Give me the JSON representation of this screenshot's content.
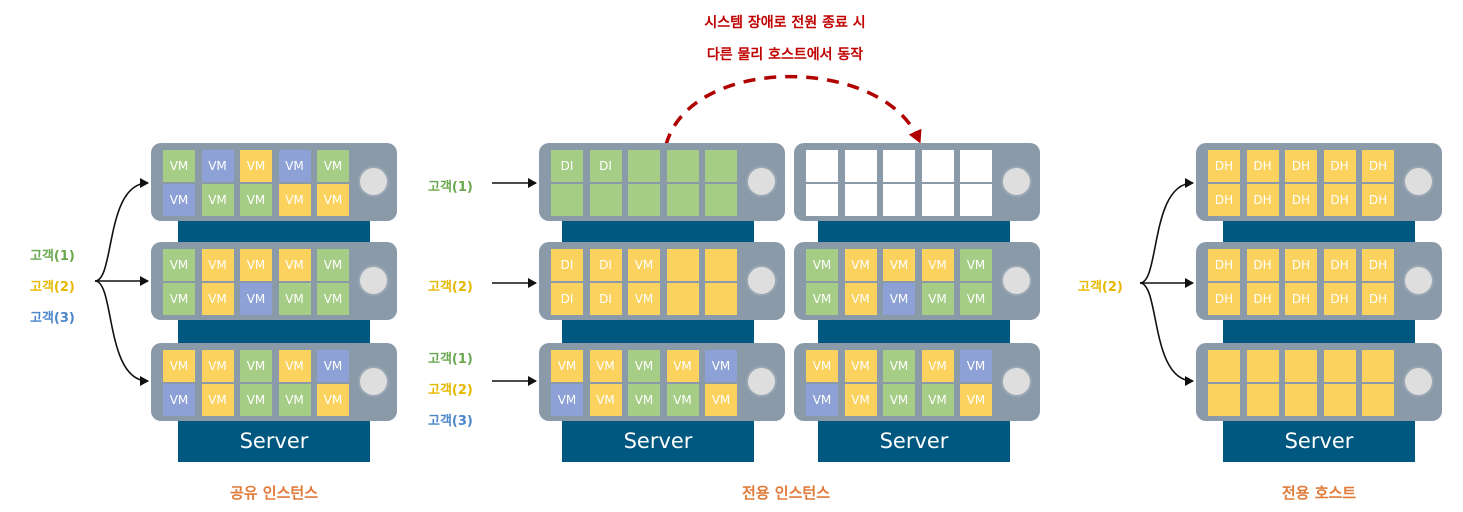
{
  "colors": {
    "green": "#a6cd85",
    "blue": "#8da1d6",
    "yellow": "#fbd25e",
    "rack": "#8a9aa9",
    "server_base": "#005780",
    "customer1_text": "#6aa84f",
    "customer2_text": "#e6b800",
    "customer3_text": "#4a86c8",
    "section_title": "#e07b39",
    "failover_note": "#c00000"
  },
  "server_label": "Server",
  "sections": {
    "shared": {
      "title": "공유 인스턴스",
      "customers": [
        "고객(1)",
        "고객(2)",
        "고객(3)"
      ],
      "racks": [
        {
          "rows": [
            [
              {
                "c": "green",
                "t": "VM"
              },
              {
                "c": "blue",
                "t": "VM"
              },
              {
                "c": "yellow",
                "t": "VM"
              },
              {
                "c": "blue",
                "t": "VM"
              },
              {
                "c": "green",
                "t": "VM"
              }
            ],
            [
              {
                "c": "blue",
                "t": "VM"
              },
              {
                "c": "green",
                "t": "VM"
              },
              {
                "c": "green",
                "t": "VM"
              },
              {
                "c": "yellow",
                "t": "VM"
              },
              {
                "c": "yellow",
                "t": "VM"
              }
            ]
          ]
        },
        {
          "rows": [
            [
              {
                "c": "green",
                "t": "VM"
              },
              {
                "c": "yellow",
                "t": "VM"
              },
              {
                "c": "yellow",
                "t": "VM"
              },
              {
                "c": "yellow",
                "t": "VM"
              },
              {
                "c": "green",
                "t": "VM"
              }
            ],
            [
              {
                "c": "green",
                "t": "VM"
              },
              {
                "c": "yellow",
                "t": "VM"
              },
              {
                "c": "blue",
                "t": "VM"
              },
              {
                "c": "green",
                "t": "VM"
              },
              {
                "c": "green",
                "t": "VM"
              }
            ]
          ]
        },
        {
          "rows": [
            [
              {
                "c": "yellow",
                "t": "VM"
              },
              {
                "c": "yellow",
                "t": "VM"
              },
              {
                "c": "green",
                "t": "VM"
              },
              {
                "c": "yellow",
                "t": "VM"
              },
              {
                "c": "blue",
                "t": "VM"
              }
            ],
            [
              {
                "c": "blue",
                "t": "VM"
              },
              {
                "c": "yellow",
                "t": "VM"
              },
              {
                "c": "green",
                "t": "VM"
              },
              {
                "c": "green",
                "t": "VM"
              },
              {
                "c": "yellow",
                "t": "VM"
              }
            ]
          ]
        }
      ]
    },
    "dedicated_instance": {
      "title": "전용 인스턴스",
      "note_line1": "시스템 장애로 전원 종료 시",
      "note_line2": "다른 물리 호스트에서 동작",
      "customers_top": "고객(1)",
      "customers_mid": "고객(2)",
      "customers_bottom": [
        "고객(1)",
        "고객(2)",
        "고객(3)"
      ],
      "racks_left": [
        {
          "rows": [
            [
              {
                "c": "green",
                "t": "DI"
              },
              {
                "c": "green",
                "t": "DI"
              },
              {
                "c": "green",
                "t": ""
              },
              {
                "c": "green",
                "t": ""
              },
              {
                "c": "green",
                "t": ""
              }
            ],
            [
              {
                "c": "green",
                "t": ""
              },
              {
                "c": "green",
                "t": ""
              },
              {
                "c": "green",
                "t": ""
              },
              {
                "c": "green",
                "t": ""
              },
              {
                "c": "green",
                "t": ""
              }
            ]
          ]
        },
        {
          "rows": [
            [
              {
                "c": "yellow",
                "t": "DI"
              },
              {
                "c": "yellow",
                "t": "DI"
              },
              {
                "c": "yellow",
                "t": "VM"
              },
              {
                "c": "yellow",
                "t": ""
              },
              {
                "c": "yellow",
                "t": ""
              }
            ],
            [
              {
                "c": "yellow",
                "t": "DI"
              },
              {
                "c": "yellow",
                "t": "DI"
              },
              {
                "c": "yellow",
                "t": "VM"
              },
              {
                "c": "yellow",
                "t": ""
              },
              {
                "c": "yellow",
                "t": ""
              }
            ]
          ]
        },
        {
          "rows": [
            [
              {
                "c": "yellow",
                "t": "VM"
              },
              {
                "c": "yellow",
                "t": "VM"
              },
              {
                "c": "green",
                "t": "VM"
              },
              {
                "c": "yellow",
                "t": "VM"
              },
              {
                "c": "blue",
                "t": "VM"
              }
            ],
            [
              {
                "c": "blue",
                "t": "VM"
              },
              {
                "c": "yellow",
                "t": "VM"
              },
              {
                "c": "green",
                "t": "VM"
              },
              {
                "c": "green",
                "t": "VM"
              },
              {
                "c": "yellow",
                "t": "VM"
              }
            ]
          ]
        }
      ],
      "racks_right": [
        {
          "rows": [
            [
              {
                "c": "white",
                "t": ""
              },
              {
                "c": "white",
                "t": ""
              },
              {
                "c": "white",
                "t": ""
              },
              {
                "c": "white",
                "t": ""
              },
              {
                "c": "white",
                "t": ""
              }
            ],
            [
              {
                "c": "white",
                "t": ""
              },
              {
                "c": "white",
                "t": ""
              },
              {
                "c": "white",
                "t": ""
              },
              {
                "c": "white",
                "t": ""
              },
              {
                "c": "white",
                "t": ""
              }
            ]
          ]
        },
        {
          "rows": [
            [
              {
                "c": "green",
                "t": "VM"
              },
              {
                "c": "yellow",
                "t": "VM"
              },
              {
                "c": "yellow",
                "t": "VM"
              },
              {
                "c": "yellow",
                "t": "VM"
              },
              {
                "c": "green",
                "t": "VM"
              }
            ],
            [
              {
                "c": "green",
                "t": "VM"
              },
              {
                "c": "yellow",
                "t": "VM"
              },
              {
                "c": "blue",
                "t": "VM"
              },
              {
                "c": "green",
                "t": "VM"
              },
              {
                "c": "green",
                "t": "VM"
              }
            ]
          ]
        },
        {
          "rows": [
            [
              {
                "c": "yellow",
                "t": "VM"
              },
              {
                "c": "yellow",
                "t": "VM"
              },
              {
                "c": "green",
                "t": "VM"
              },
              {
                "c": "yellow",
                "t": "VM"
              },
              {
                "c": "blue",
                "t": "VM"
              }
            ],
            [
              {
                "c": "blue",
                "t": "VM"
              },
              {
                "c": "yellow",
                "t": "VM"
              },
              {
                "c": "green",
                "t": "VM"
              },
              {
                "c": "green",
                "t": "VM"
              },
              {
                "c": "yellow",
                "t": "VM"
              }
            ]
          ]
        }
      ]
    },
    "dedicated_host": {
      "title": "전용 호스트",
      "customer": "고객(2)",
      "racks": [
        {
          "rows": [
            [
              {
                "c": "yellow",
                "t": "DH"
              },
              {
                "c": "yellow",
                "t": "DH"
              },
              {
                "c": "yellow",
                "t": "DH"
              },
              {
                "c": "yellow",
                "t": "DH"
              },
              {
                "c": "yellow",
                "t": "DH"
              }
            ],
            [
              {
                "c": "yellow",
                "t": "DH"
              },
              {
                "c": "yellow",
                "t": "DH"
              },
              {
                "c": "yellow",
                "t": "DH"
              },
              {
                "c": "yellow",
                "t": "DH"
              },
              {
                "c": "yellow",
                "t": "DH"
              }
            ]
          ]
        },
        {
          "rows": [
            [
              {
                "c": "yellow",
                "t": "DH"
              },
              {
                "c": "yellow",
                "t": "DH"
              },
              {
                "c": "yellow",
                "t": "DH"
              },
              {
                "c": "yellow",
                "t": "DH"
              },
              {
                "c": "yellow",
                "t": "DH"
              }
            ],
            [
              {
                "c": "yellow",
                "t": "DH"
              },
              {
                "c": "yellow",
                "t": "DH"
              },
              {
                "c": "yellow",
                "t": "DH"
              },
              {
                "c": "yellow",
                "t": "DH"
              },
              {
                "c": "yellow",
                "t": "DH"
              }
            ]
          ]
        },
        {
          "rows": [
            [
              {
                "c": "yellow",
                "t": ""
              },
              {
                "c": "yellow",
                "t": ""
              },
              {
                "c": "yellow",
                "t": ""
              },
              {
                "c": "yellow",
                "t": ""
              },
              {
                "c": "yellow",
                "t": ""
              }
            ],
            [
              {
                "c": "yellow",
                "t": ""
              },
              {
                "c": "yellow",
                "t": ""
              },
              {
                "c": "yellow",
                "t": ""
              },
              {
                "c": "yellow",
                "t": ""
              },
              {
                "c": "yellow",
                "t": ""
              }
            ]
          ]
        }
      ]
    }
  }
}
